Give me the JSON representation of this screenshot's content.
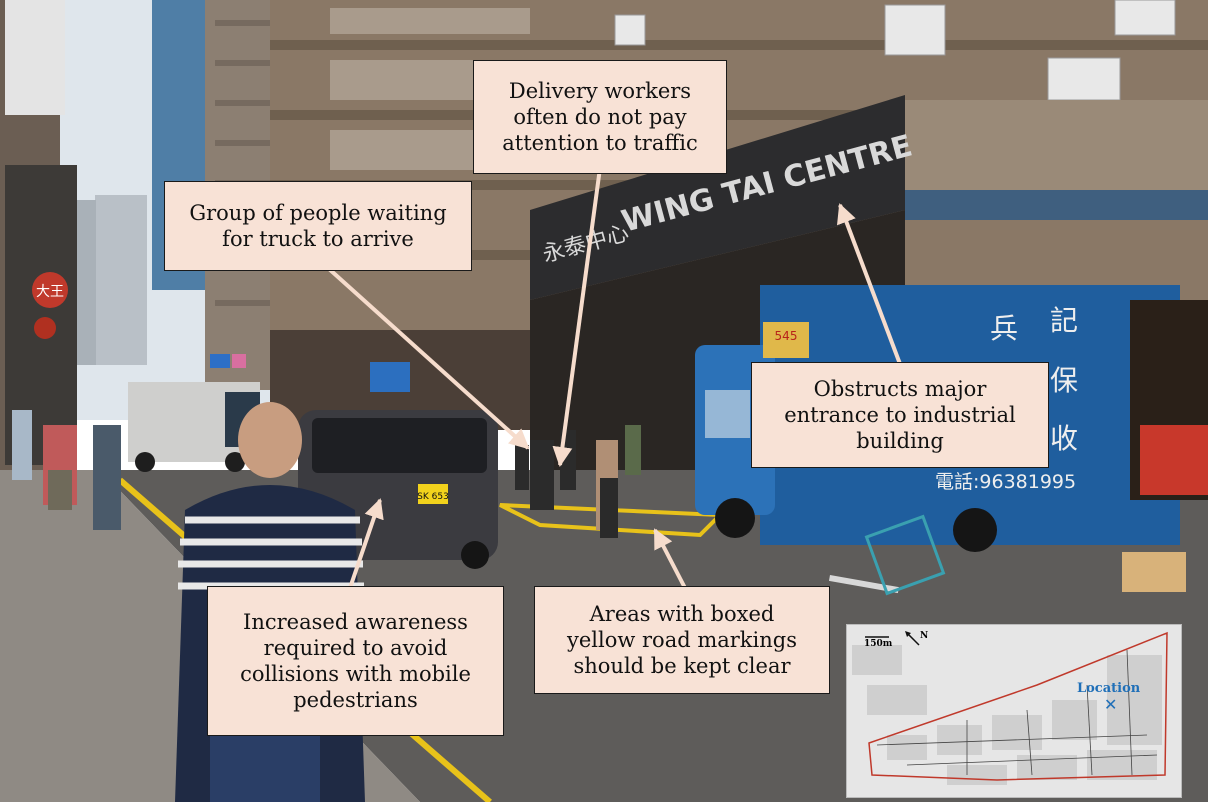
{
  "photo": {
    "sign_text": "WING TAI CENTRE",
    "sign_chinese": "永泰中心",
    "truck_phone": "電話:96381995",
    "truck_chars": [
      "兵",
      "記",
      "保",
      "收"
    ],
    "truck_red_sign": "545",
    "plate": "SK 653",
    "red_lantern": "大王"
  },
  "callouts": {
    "delivery": [
      "Delivery workers",
      "often do not pay",
      "attention to traffic"
    ],
    "group": [
      "Group of people waiting",
      "for truck to arrive"
    ],
    "obstructs": [
      "Obstructs major",
      "entrance to industrial",
      "building"
    ],
    "awareness": [
      "Increased awareness",
      "required to avoid",
      "collisions with mobile",
      "pedestrians"
    ],
    "boxed": [
      "Areas with boxed",
      "yellow road markings",
      "should be kept clear"
    ]
  },
  "map": {
    "scale_label": "150m",
    "north_label": "N",
    "location_label": "Location",
    "location_marker": "✕"
  },
  "colors": {
    "callout_fill": "#f8e2d6",
    "arrow": "#f6dccc",
    "location_blue": "#1f6fb8",
    "boundary_red": "#c0392b"
  }
}
